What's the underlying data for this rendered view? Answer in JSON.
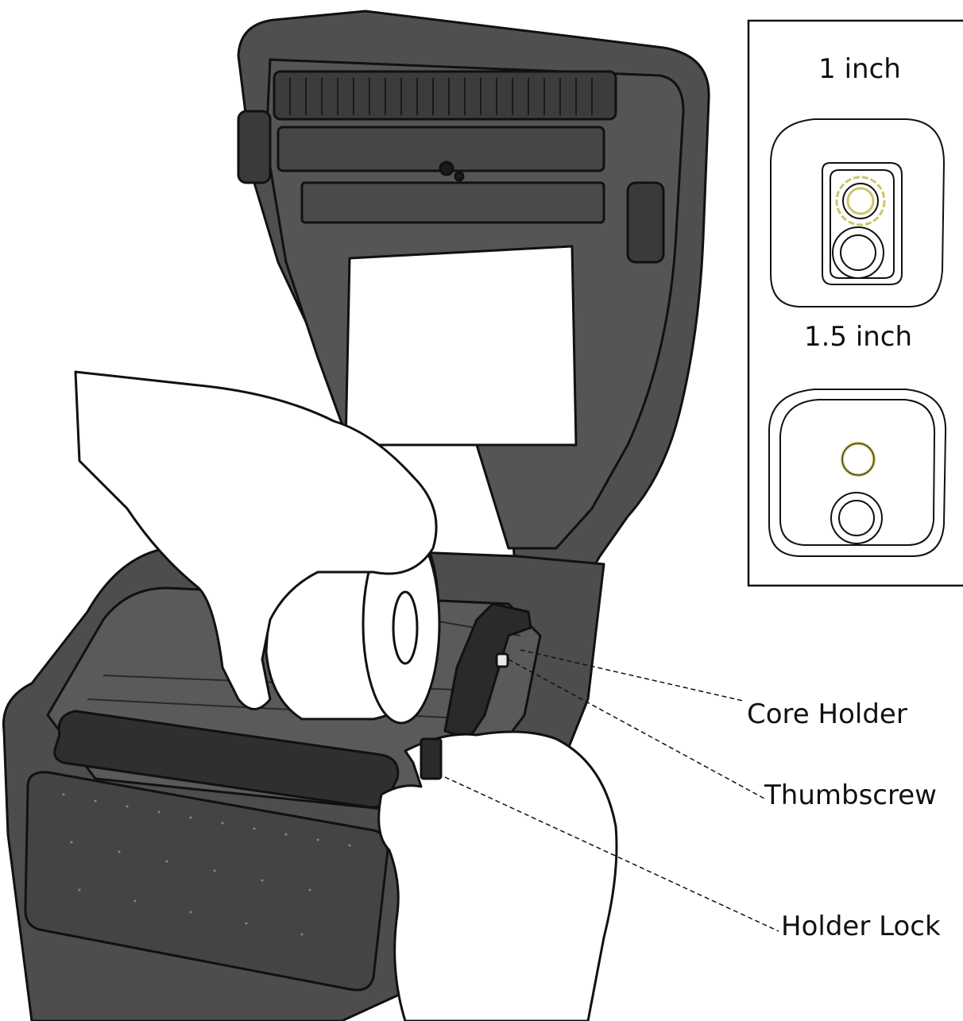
{
  "colors": {
    "body_dark": "#4d4d4d",
    "body_darker": "#3a3a3a",
    "interior": "#5c5c5c",
    "roller": "#2e2e2e",
    "outline": "#111111",
    "label_white": "#ffffff",
    "core_accent": "#c9c66a",
    "panel_border": "#111111"
  },
  "inset_panel": {
    "option_1_label": "1 inch",
    "option_2_label": "1.5 inch",
    "option_1_icon": "core-holder-1-inch-adapter-icon",
    "option_2_icon": "core-holder-1-5-inch-icon"
  },
  "callouts": {
    "core_holder": "Core Holder",
    "thumbscrew": "Thumbscrew",
    "holder_lock": "Holder Lock"
  }
}
